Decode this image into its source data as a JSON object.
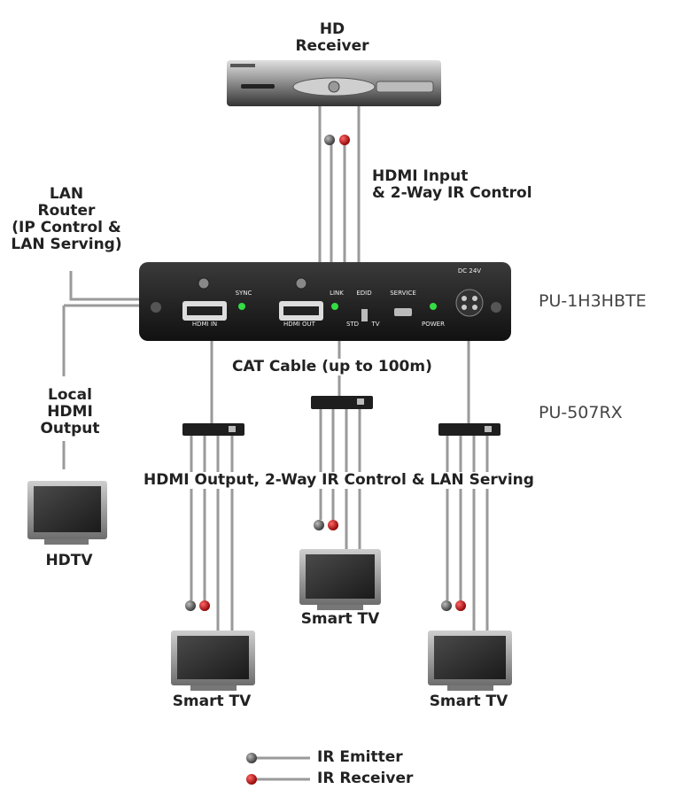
{
  "source": {
    "label_line1": "HD",
    "label_line2": "Receiver"
  },
  "hdmi_input_label": {
    "line1": "HDMI Input",
    "line2": "& 2-Way IR Control"
  },
  "lan_router_label": {
    "line1": "LAN",
    "line2": "Router",
    "line3": "(IP Control &",
    "line4": "LAN Serving)"
  },
  "local_output_label": {
    "line1": "Local",
    "line2": "HDMI",
    "line3": "Output"
  },
  "transmitter": {
    "model": "PU-1H3HBTE",
    "ports": {
      "sync": "SYNC",
      "hdmi_in": "HDMI IN",
      "link": "LINK",
      "edid": "EDID",
      "hdmi_out": "HDMI OUT",
      "std": "STD",
      "tv": "TV",
      "service": "SERVICE",
      "power": "POWER",
      "dc": "DC 24V"
    }
  },
  "cable_label": "CAT Cable (up to 100m)",
  "receiver_model": "PU-507RX",
  "receiver_output_label": "HDMI Output, 2-Way IR Control & LAN Serving",
  "hdtv_label": "HDTV",
  "smart_tv_labels": [
    "Smart TV",
    "Smart TV",
    "Smart TV"
  ],
  "legend": {
    "ir_emitter": "IR Emitter",
    "ir_receiver": "IR Receiver"
  },
  "colors": {
    "cable": "#9a9a9a",
    "device": "#1e1e1e",
    "led_green": "#33dd44",
    "ir_emitter": "#555555",
    "ir_receiver": "#cc1111"
  }
}
